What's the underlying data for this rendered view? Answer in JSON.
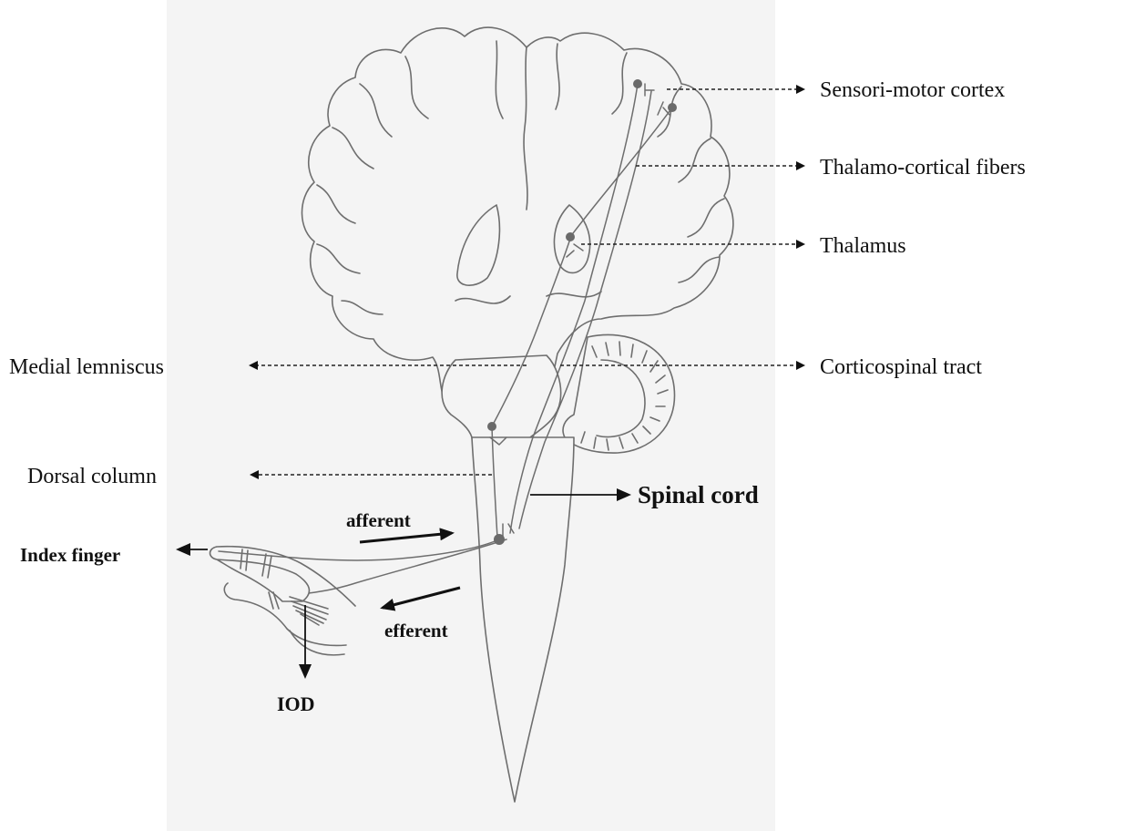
{
  "labels": {
    "sensori_motor_cortex": "Sensori-motor cortex",
    "thalamo_cortical_fibers": "Thalamo-cortical fibers",
    "thalamus": "Thalamus",
    "medial_lemniscus": "Medial lemniscus",
    "corticospinal_tract": "Corticospinal tract",
    "dorsal_column": "Dorsal column",
    "spinal_cord": "Spinal cord",
    "afferent": "afferent",
    "efferent": "efferent",
    "index_finger": "Index finger",
    "iod": "IOD"
  }
}
